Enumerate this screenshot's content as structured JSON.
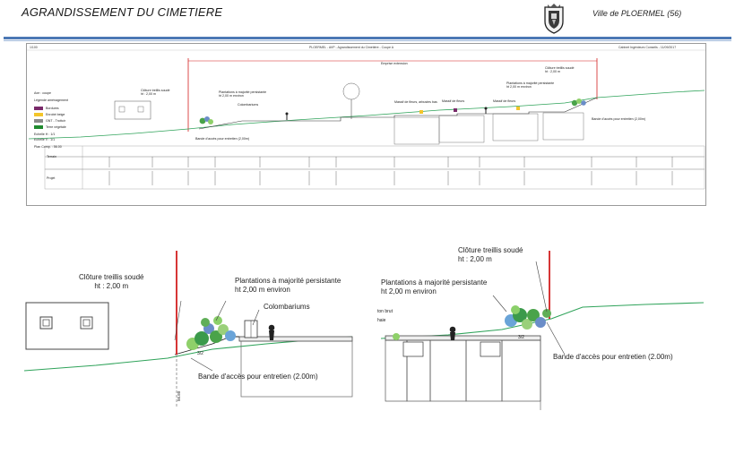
{
  "header": {
    "title": "AGRANDISSEMENT DU CIMETIERE",
    "town": "Ville de PLOERMEL (56)"
  },
  "overview": {
    "ref": "1/100",
    "sheet_title": "PLOERMEL - AVP - Agrandissement du Cimetière - Coupe A",
    "sheet_credit": "Cabinet Ingénieurs Conseils - 11/09/2017",
    "extension_label": "Emprise extension",
    "legend_title": "Axe : coupe",
    "legend_subtitle": "Légende aménagement",
    "legend_items": [
      {
        "label": "Bordures",
        "color": "#7a2a6a"
      },
      {
        "label": "Enrobé beige",
        "color": "#f3c52a"
      },
      {
        "label": "GNT - Trottoir",
        "color": "#8a8a8a"
      },
      {
        "label": "Terre végétale",
        "color": "#1f8a2e"
      }
    ],
    "scale_h": "Echelle H : 1/1",
    "scale_v": "Echelle V : 1/1",
    "plan_compare": "Plan Comp. : 56.00",
    "row_terrain": "Terrain",
    "row_projet": "Projet",
    "fence_left": "Clôture treillis soudé\nht : 2,00 m",
    "plants_left": "Plantations à majorité persistante\nht 2,00 m environ",
    "columbarium": "Colombariums",
    "access_left": "Bande d'accès pour entretien (2,00m)",
    "fence_right": "Clôture treillis soudé\nht : 2,00 m",
    "plants_right": "Plantations à majorité persistante\nht 2,00 m environ",
    "access_right": "Bande d'accès pour entretien (2,00m)",
    "mid_labels": [
      "Massif de fleurs, arbustes bas",
      "Massif de fleurs",
      "Massif de fleurs"
    ]
  },
  "detail_left": {
    "fence": "Clôture treillis soudé\nht : 2,00 m",
    "plants": "Plantations à majorité persistante\nht 2,00 m environ",
    "columbarium": "Colombariums",
    "access": "Bande d'accès pour entretien (2.00m)",
    "slope": "3/2",
    "elevation": "56.60"
  },
  "detail_right": {
    "fence": "Clôture treillis soudé\nht : 2,00 m",
    "plants": "Plantations à majorité persistante\nht 2,00 m environ",
    "access": "Bande d'accès pour entretien (2.00m)",
    "slope": "3/2",
    "tag_upper": "ton brut",
    "tag_lower": "haie"
  },
  "colors": {
    "ground": "#2fa35a",
    "fence": "#d21f1f",
    "header_rule": "#4c78b5"
  }
}
